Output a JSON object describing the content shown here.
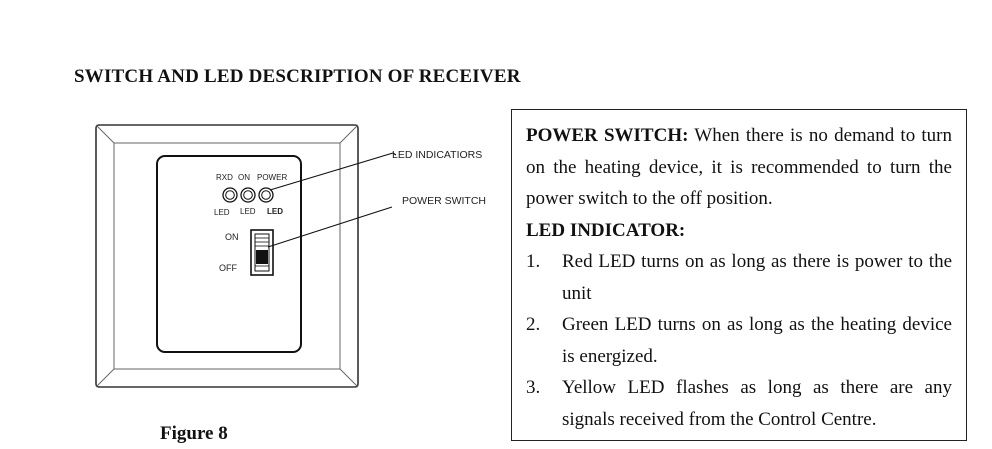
{
  "heading": "SWITCH AND LED DESCRIPTION OF RECEIVER",
  "figure": {
    "caption": "Figure 8",
    "labels": {
      "rxd": "RXD",
      "on_top": "ON",
      "power_top": "POWER",
      "led1": "LED",
      "led2": "LED",
      "led3": "LED",
      "switch_on": "ON",
      "switch_off": "OFF",
      "callout_led": "LED INDICATIORS",
      "callout_switch": "POWER SWITCH"
    }
  },
  "description": {
    "power_title": "POWER SWITCH:",
    "power_text": " When there is no demand to turn on the heating device, it is recommended to turn the power switch to the off position.",
    "led_title": "LED INDICATOR:",
    "items": [
      {
        "num": "1.",
        "text": "Red LED turns on as long as there is power to the unit"
      },
      {
        "num": "2.",
        "text": "Green LED turns on as long as the heating device is energized."
      },
      {
        "num": "3.",
        "text": "Yellow LED flashes as long as there are any signals received from the Control Centre."
      }
    ]
  }
}
